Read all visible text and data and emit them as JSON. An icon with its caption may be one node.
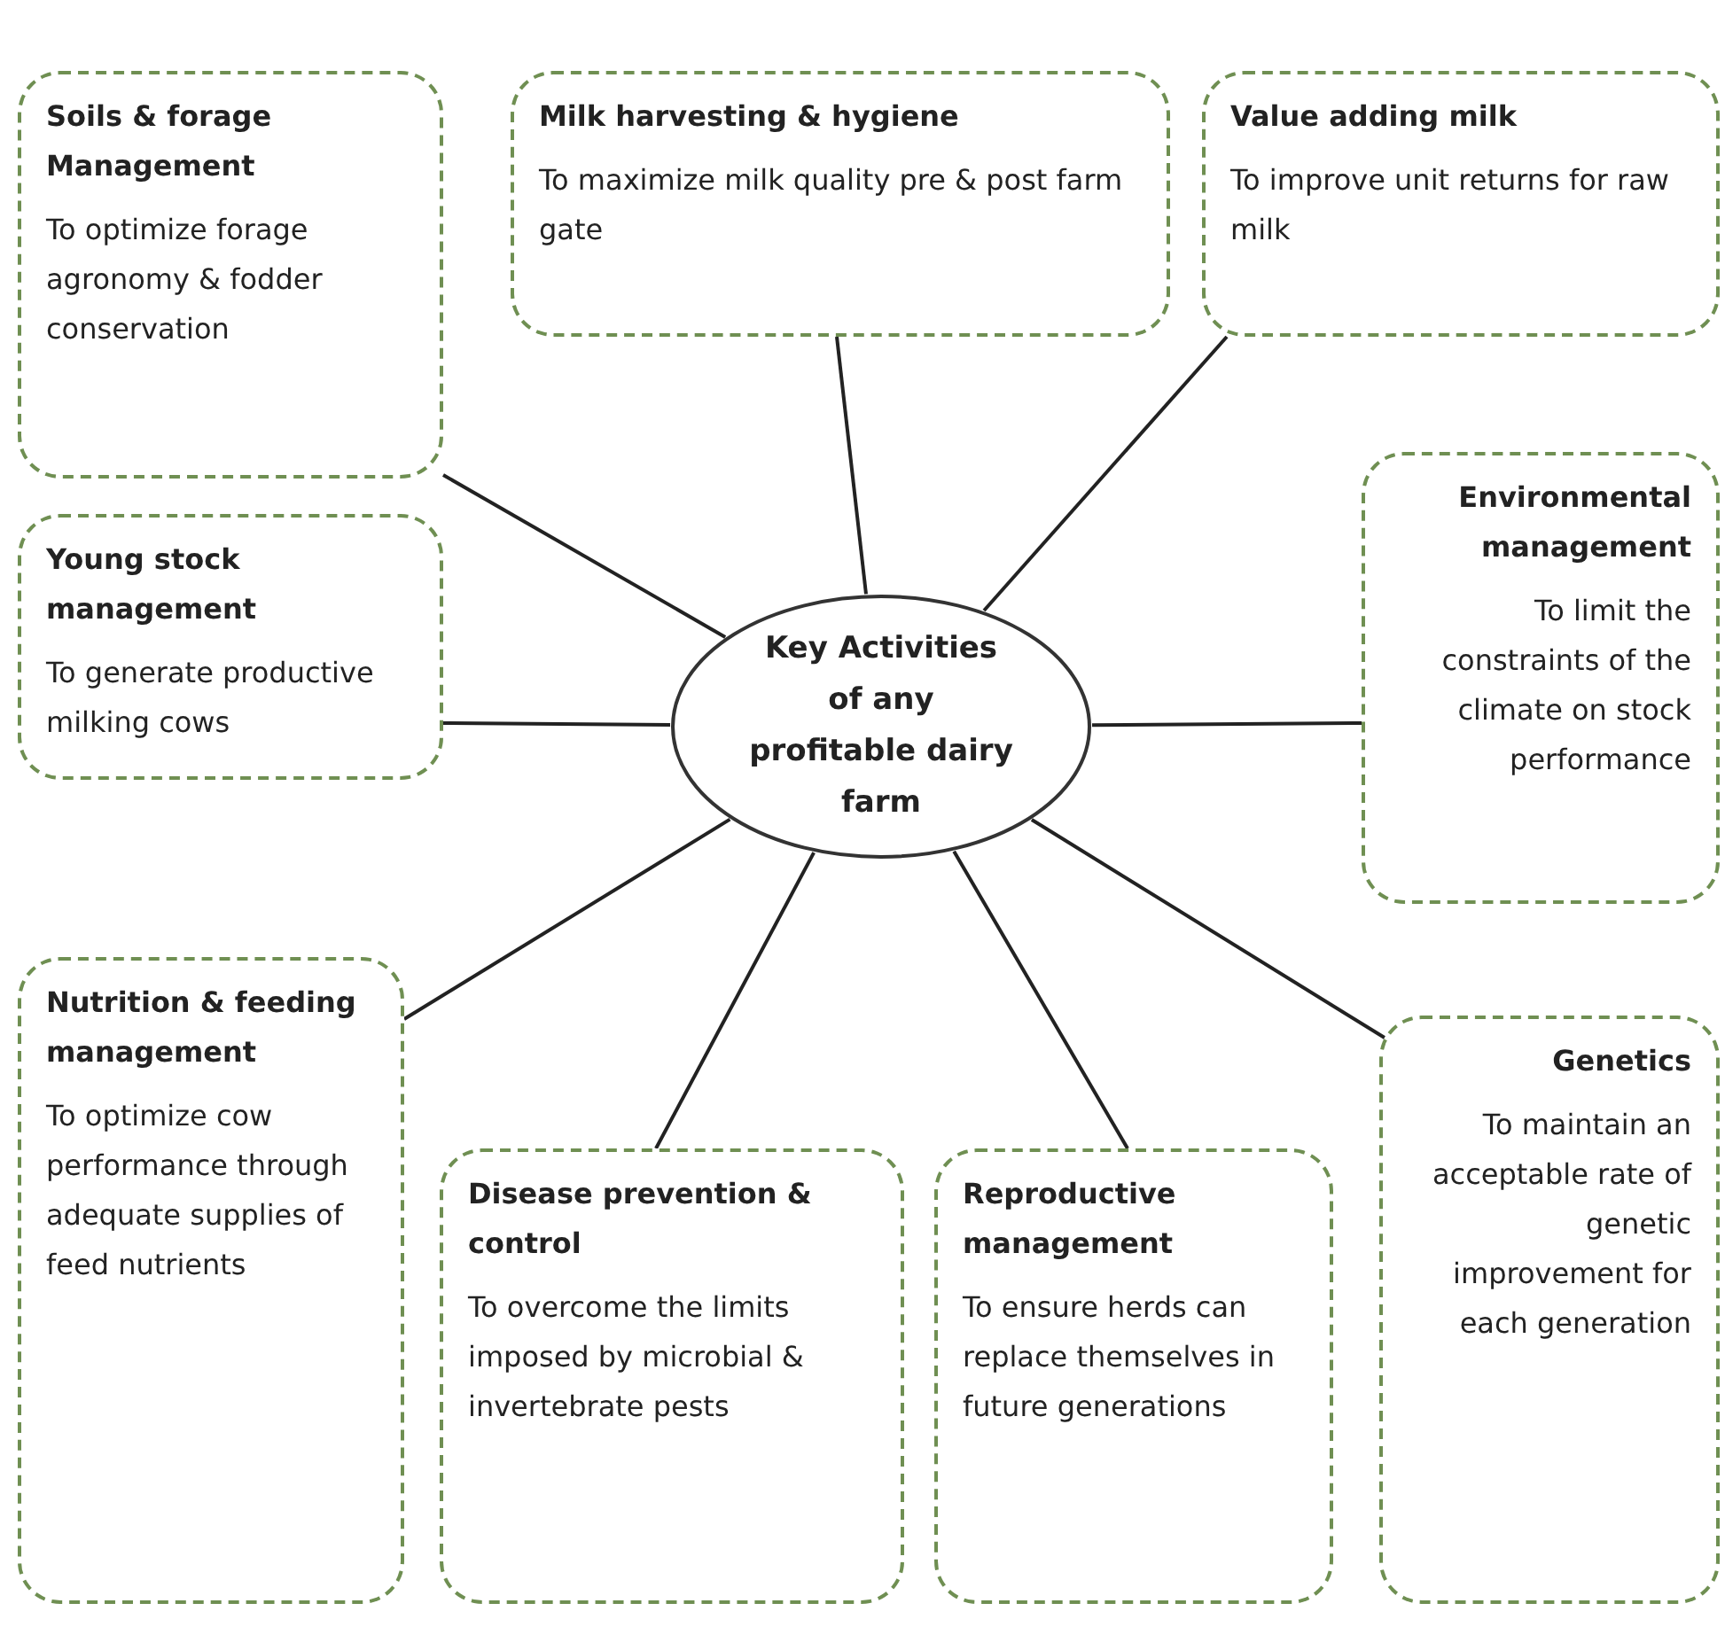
{
  "diagram": {
    "nodes": [
      {
        "text": [
          "Key Activities of any profitable dairy farm"
        ]
      },
      {
        "text": [
          "Soils & forage Management",
          "To optimize forage agronomy & fodder conservation"
        ]
      },
      {
        "text": [
          "Milk harvesting & hygiene",
          "To maximize milk quality pre & post farm gate"
        ]
      },
      {
        "text": [
          "Value adding milk",
          "To improve unit returns for raw milk"
        ]
      },
      {
        "text": [
          "Young stock management",
          "To generate productive milking cows"
        ]
      },
      {
        "text": [
          "Environmental management",
          "To limit the constraints of the climate on stock performance"
        ]
      },
      {
        "text": [
          "Nutrition & feeding management",
          "To optimize cow performance through adequate supplies of feed nutrients"
        ]
      },
      {
        "text": [
          "Disease prevention & control",
          "To overcome the limits imposed by microbial & invertebrate pests"
        ]
      },
      {
        "text": [
          "Reproductive management",
          "To ensure herds can replace themselves in future generations"
        ]
      },
      {
        "text": [
          "Genetics",
          "To maintain an acceptable rate of genetic improvement for each generation"
        ]
      }
    ],
    "edges": [
      {
        "from": 0,
        "to": 1,
        "arrow": "none"
      },
      {
        "from": 0,
        "to": 2,
        "arrow": "none"
      },
      {
        "from": 0,
        "to": 3,
        "arrow": "none"
      },
      {
        "from": 0,
        "to": 4,
        "arrow": "none"
      },
      {
        "from": 0,
        "to": 5,
        "arrow": "none"
      },
      {
        "from": 0,
        "to": 6,
        "arrow": "none"
      },
      {
        "from": 0,
        "to": 7,
        "arrow": "none"
      },
      {
        "from": 0,
        "to": 8,
        "arrow": "none"
      },
      {
        "from": 0,
        "to": 9,
        "arrow": "none"
      }
    ]
  }
}
